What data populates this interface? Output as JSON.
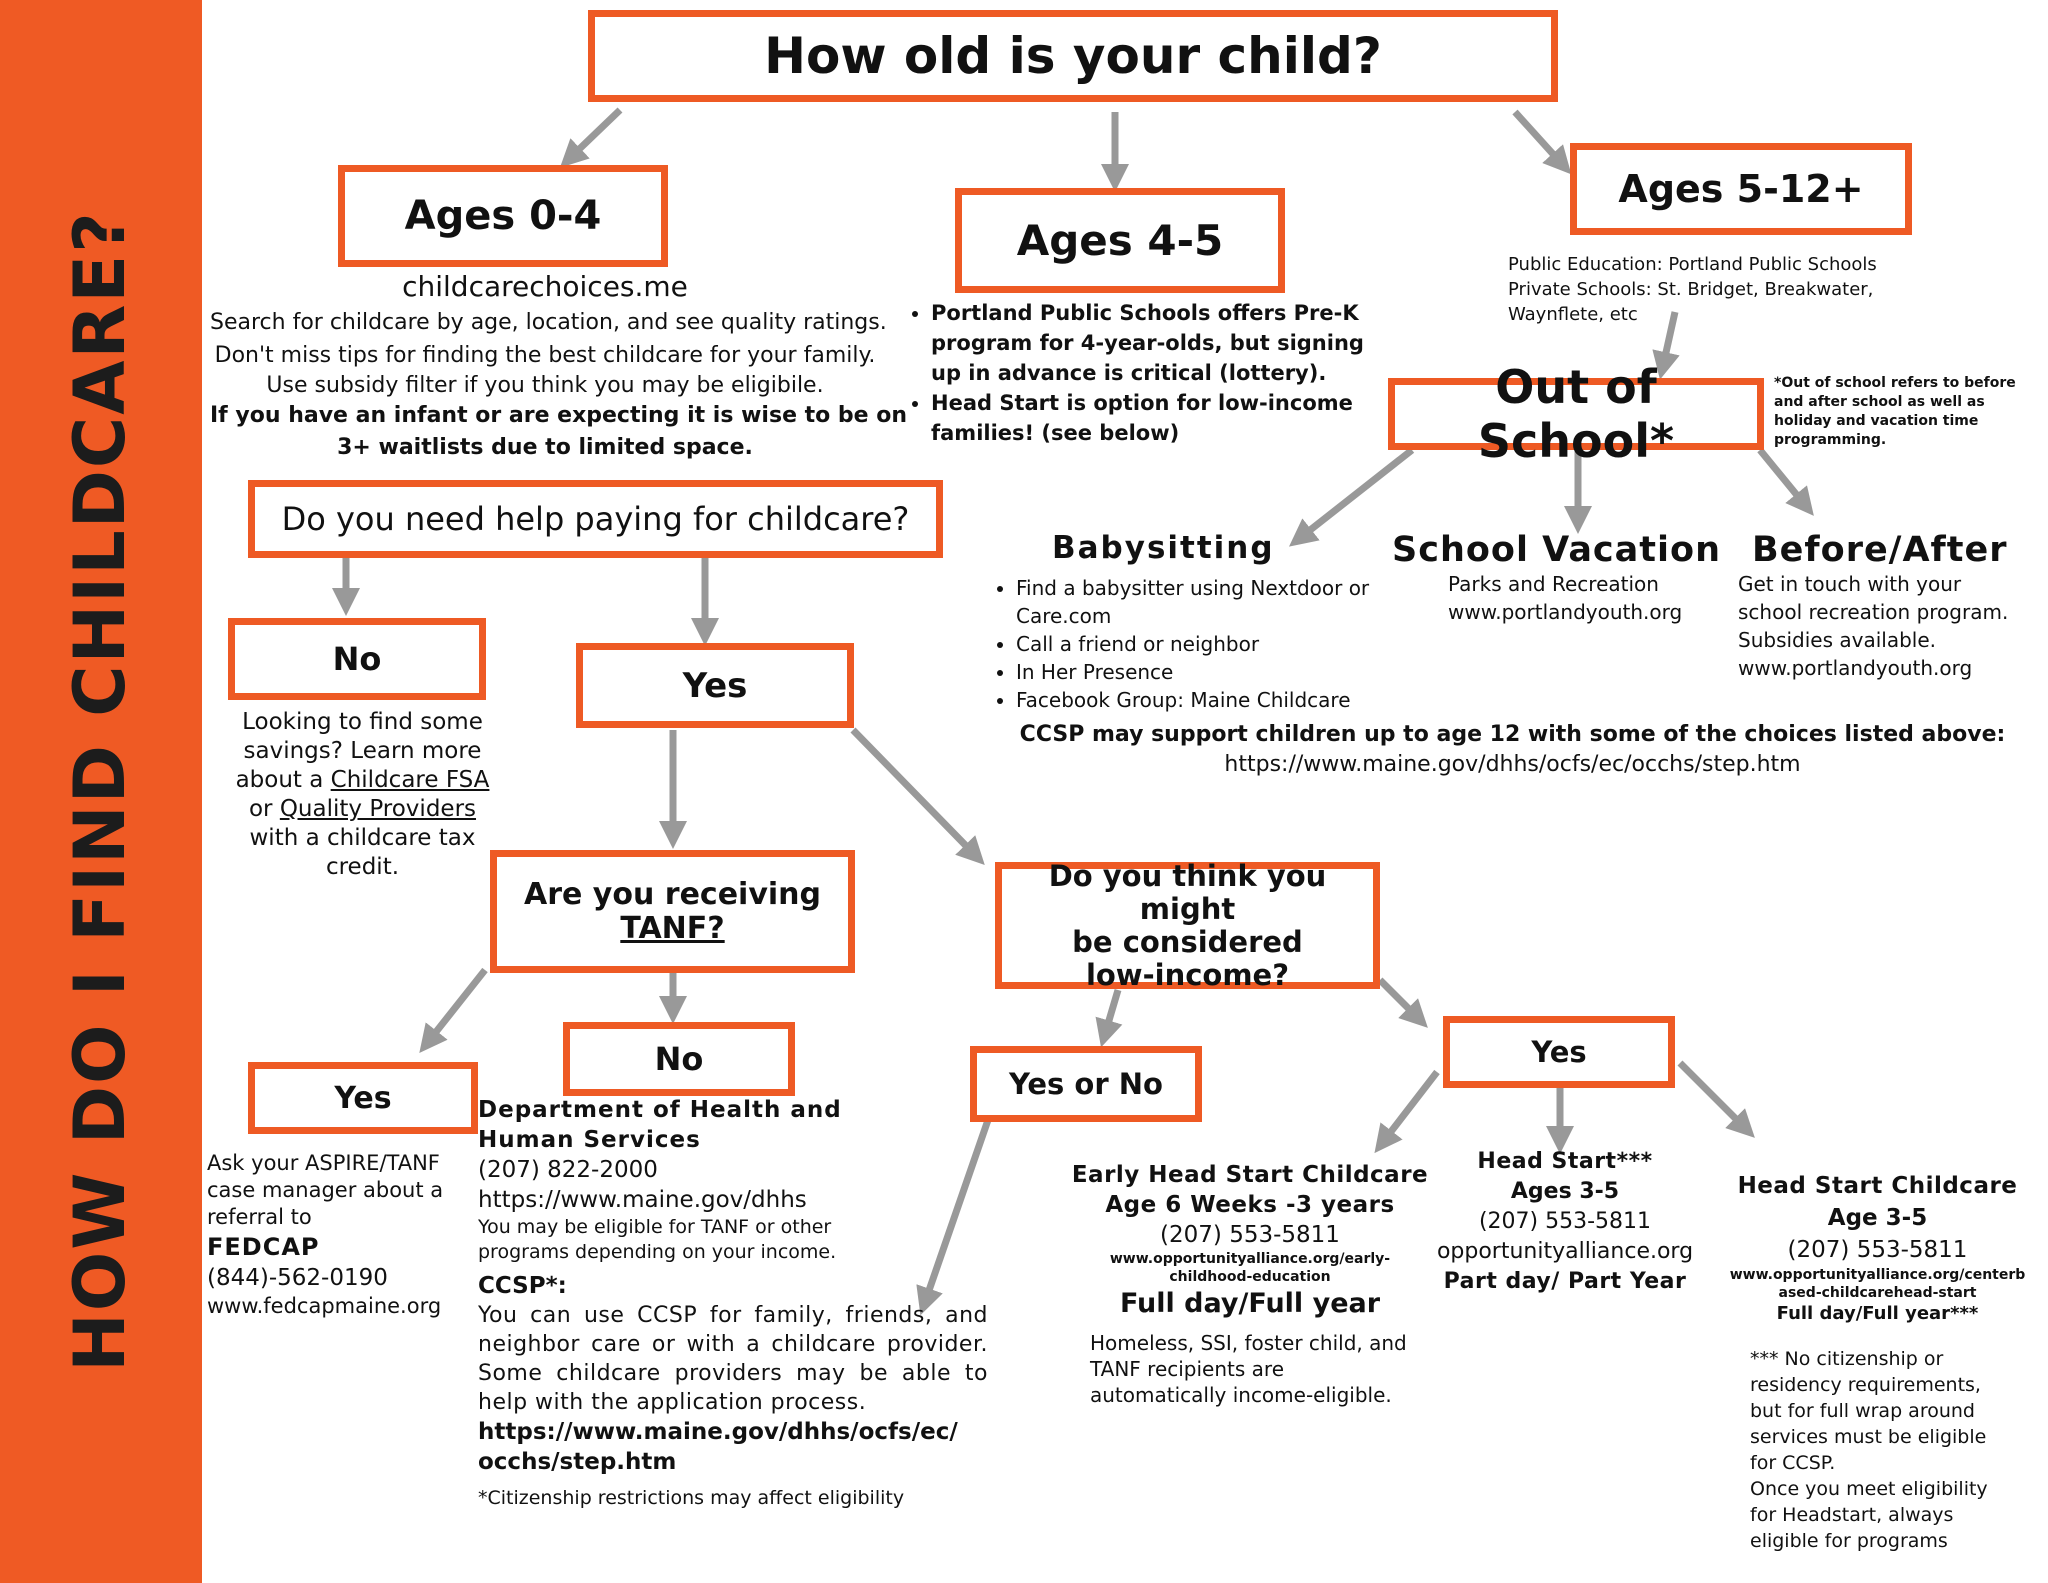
{
  "sidebar": {
    "title": "HOW DO I FIND CHILDCARE?"
  },
  "colors": {
    "accent": "#ee5a24",
    "arrow": "#999999",
    "text": "#111111"
  },
  "question_main": "How old is your child?",
  "ages_0_4": {
    "heading": "Ages 0-4",
    "site": "childcarechoices.me",
    "lines": [
      "Search for childcare by age, location, and see quality ratings.",
      "Don't miss tips for finding the best childcare for your family.",
      "Use subsidy filter if you think you may be eligibile."
    ],
    "bold_lines": [
      "If you have an infant or are expecting it is wise to be on",
      "3+ waitlists due to limited space."
    ]
  },
  "ages_4_5": {
    "heading": "Ages 4-5",
    "bullets": [
      [
        "Portland Public Schools offers Pre-K",
        "program for 4-year-olds, but signing",
        "up in advance is critical (lottery)."
      ],
      [
        "Head Start is option for low-income",
        "families! (see below)"
      ]
    ]
  },
  "ages_5_12": {
    "heading": "Ages 5-12+",
    "lines": [
      "Public Education: Portland Public Schools",
      "Private Schools: St. Bridget, Breakwater,",
      "Waynflete, etc"
    ]
  },
  "out_of_school": {
    "heading": "Out of School*",
    "note": [
      "*Out of school refers to before",
      "and after school as well as",
      "holiday and vacation time",
      "programming."
    ]
  },
  "babysitting": {
    "heading": "Babysitting",
    "bullets": [
      [
        "Find a babysitter using Nextdoor or",
        "Care.com"
      ],
      [
        "Call a friend or neighbor"
      ],
      [
        "In Her Presence"
      ],
      [
        "Facebook Group: Maine Childcare"
      ]
    ]
  },
  "school_vacation": {
    "heading": "School Vacation",
    "lines": [
      "Parks and Recreation",
      "www.portlandyouth.org"
    ]
  },
  "before_after": {
    "heading": "Before/After",
    "lines": [
      "Get in touch with your",
      "school recreation program.",
      "Subsidies available.",
      "www.portlandyouth.org"
    ]
  },
  "ccsp_note": {
    "lines": [
      "CCSP may support children up to age 12 with some of the choices listed above:",
      "https://www.maine.gov/dhhs/ocfs/ec/occhs/step.htm"
    ]
  },
  "help_question": "Do you need help paying for childcare?",
  "help_no": {
    "label": "No",
    "l1": "Looking to find some",
    "l2": "savings? Learn more",
    "l3_pre": "about a ",
    "l3_link": "Childcare FSA",
    "l4_pre": "or ",
    "l4_link": "Quality Providers",
    "l5": "with a childcare tax",
    "l6": "credit."
  },
  "help_yes": {
    "label": "Yes"
  },
  "tanf_question": {
    "line1": "Are you receiving",
    "link": "TANF?"
  },
  "tanf_yes": {
    "label": "Yes",
    "lines": [
      "Ask your ASPIRE/TANF",
      "case manager about a",
      "referral to"
    ],
    "org": "FEDCAP",
    "phone": "(844)-562-0190",
    "site": "www.fedcapmaine.org"
  },
  "tanf_no": {
    "label": "No",
    "dept": [
      "Department of Health and",
      "Human Services"
    ],
    "phone": "(207) 822-2000",
    "site": "https://www.maine.gov/dhhs",
    "note": [
      "You may be eligible for TANF or other",
      "programs depending on your income."
    ],
    "ccsp_head": "CCSP*:",
    "ccsp_text": "You can use CCSP for family, friends, and neighbor care or with a childcare provider. Some childcare providers may be able to help with the application process.",
    "ccsp_link": [
      "https://www.maine.gov/dhhs/ocfs/ec/",
      "occhs/step.htm"
    ],
    "footnote": "*Citizenship restrictions may affect eligibility"
  },
  "low_income_question": {
    "lines": [
      "Do you think you might",
      "be considered",
      "low-income?"
    ]
  },
  "low_yes_or_no": {
    "label": "Yes or No"
  },
  "low_yes": {
    "label": "Yes"
  },
  "early_head_start": {
    "lines": [
      "Early Head Start Childcare",
      "Age 6 Weeks -3 years"
    ],
    "phone": "(207) 553-5811",
    "site": [
      "www.opportunityalliance.org/early-",
      "childhood-education"
    ],
    "schedule": "Full day/Full year",
    "note": [
      "Homeless, SSI, foster child, and",
      "TANF recipients are",
      "automatically income-eligible."
    ]
  },
  "head_start": {
    "title": "Head Start***",
    "age": "Ages 3-5",
    "phone": "(207) 553-5811",
    "site": "opportunityalliance.org",
    "schedule": "Part day/ Part Year"
  },
  "head_start_childcare": {
    "title": "Head Start Childcare",
    "age": "Age 3-5",
    "phone": "(207) 553-5811",
    "site": [
      "www.opportunityalliance.org/centerb",
      "ased-childcarehead-start"
    ],
    "schedule": "Full day/Full year***",
    "note": [
      "*** No citizenship or",
      "residency requirements,",
      "but  for full wrap around",
      "services must be eligible",
      "for CCSP.",
      "Once you meet eligibility",
      "for Headstart, always",
      "eligible for programs"
    ]
  }
}
